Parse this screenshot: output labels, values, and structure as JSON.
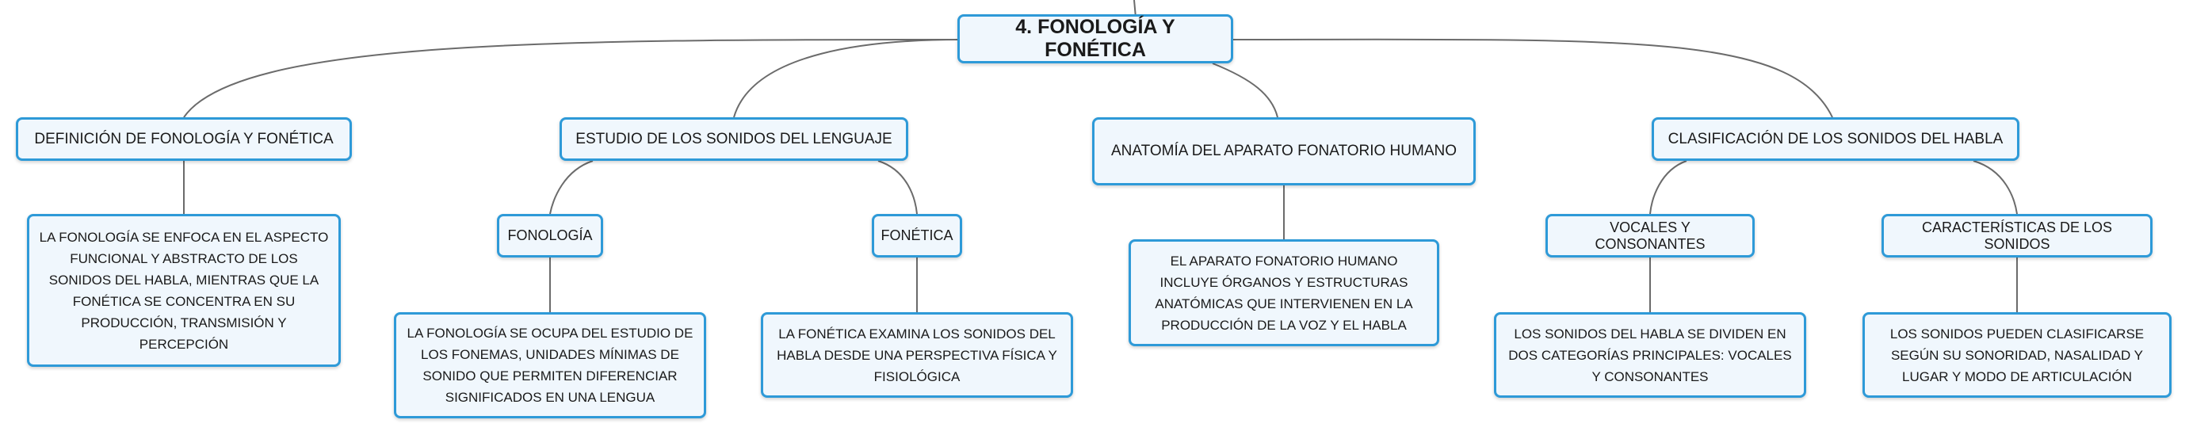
{
  "root": {
    "label": "4. FONOLOGÍA Y FONÉTICA"
  },
  "topics": [
    {
      "label": "DEFINICIÓN DE FONOLOGÍA Y FONÉTICA",
      "description": "LA FONOLOGÍA SE ENFOCA EN EL ASPECTO FUNCIONAL Y ABSTRACTO DE LOS SONIDOS DEL HABLA, MIENTRAS QUE LA FONÉTICA SE CONCENTRA EN SU PRODUCCIÓN, TRANSMISIÓN Y PERCEPCIÓN"
    },
    {
      "label": "ESTUDIO DE LOS SONIDOS DEL LENGUAJE",
      "subtopics": [
        {
          "label": "FONOLOGÍA",
          "description": "LA FONOLOGÍA SE OCUPA DEL ESTUDIO DE LOS FONEMAS, UNIDADES MÍNIMAS DE SONIDO QUE PERMITEN DIFERENCIAR SIGNIFICADOS EN UNA LENGUA"
        },
        {
          "label": "FONÉTICA",
          "description": "LA FONÉTICA EXAMINA LOS SONIDOS DEL HABLA DESDE UNA PERSPECTIVA FÍSICA Y FISIOLÓGICA"
        }
      ]
    },
    {
      "label": "ANATOMÍA DEL APARATO FONATORIO HUMANO",
      "description": "EL APARATO FONATORIO HUMANO INCLUYE ÓRGANOS Y ESTRUCTURAS ANATÓMICAS QUE INTERVIENEN EN LA PRODUCCIÓN DE LA VOZ Y EL HABLA"
    },
    {
      "label": "CLASIFICACIÓN DE LOS SONIDOS DEL HABLA",
      "subtopics": [
        {
          "label": "VOCALES Y CONSONANTES",
          "description": "LOS SONIDOS DEL HABLA SE DIVIDEN EN DOS CATEGORÍAS PRINCIPALES: VOCALES Y CONSONANTES"
        },
        {
          "label": "CARACTERÍSTICAS DE LOS SONIDOS",
          "description": "LOS SONIDOS PUEDEN CLASIFICARSE SEGÚN SU SONORIDAD, NASALIDAD Y LUGAR Y MODO DE ARTICULACIÓN"
        }
      ]
    }
  ],
  "colors": {
    "node_border": "#2e9ad8",
    "node_fill": "#f0f7fd",
    "connector": "#6b6b6b"
  }
}
